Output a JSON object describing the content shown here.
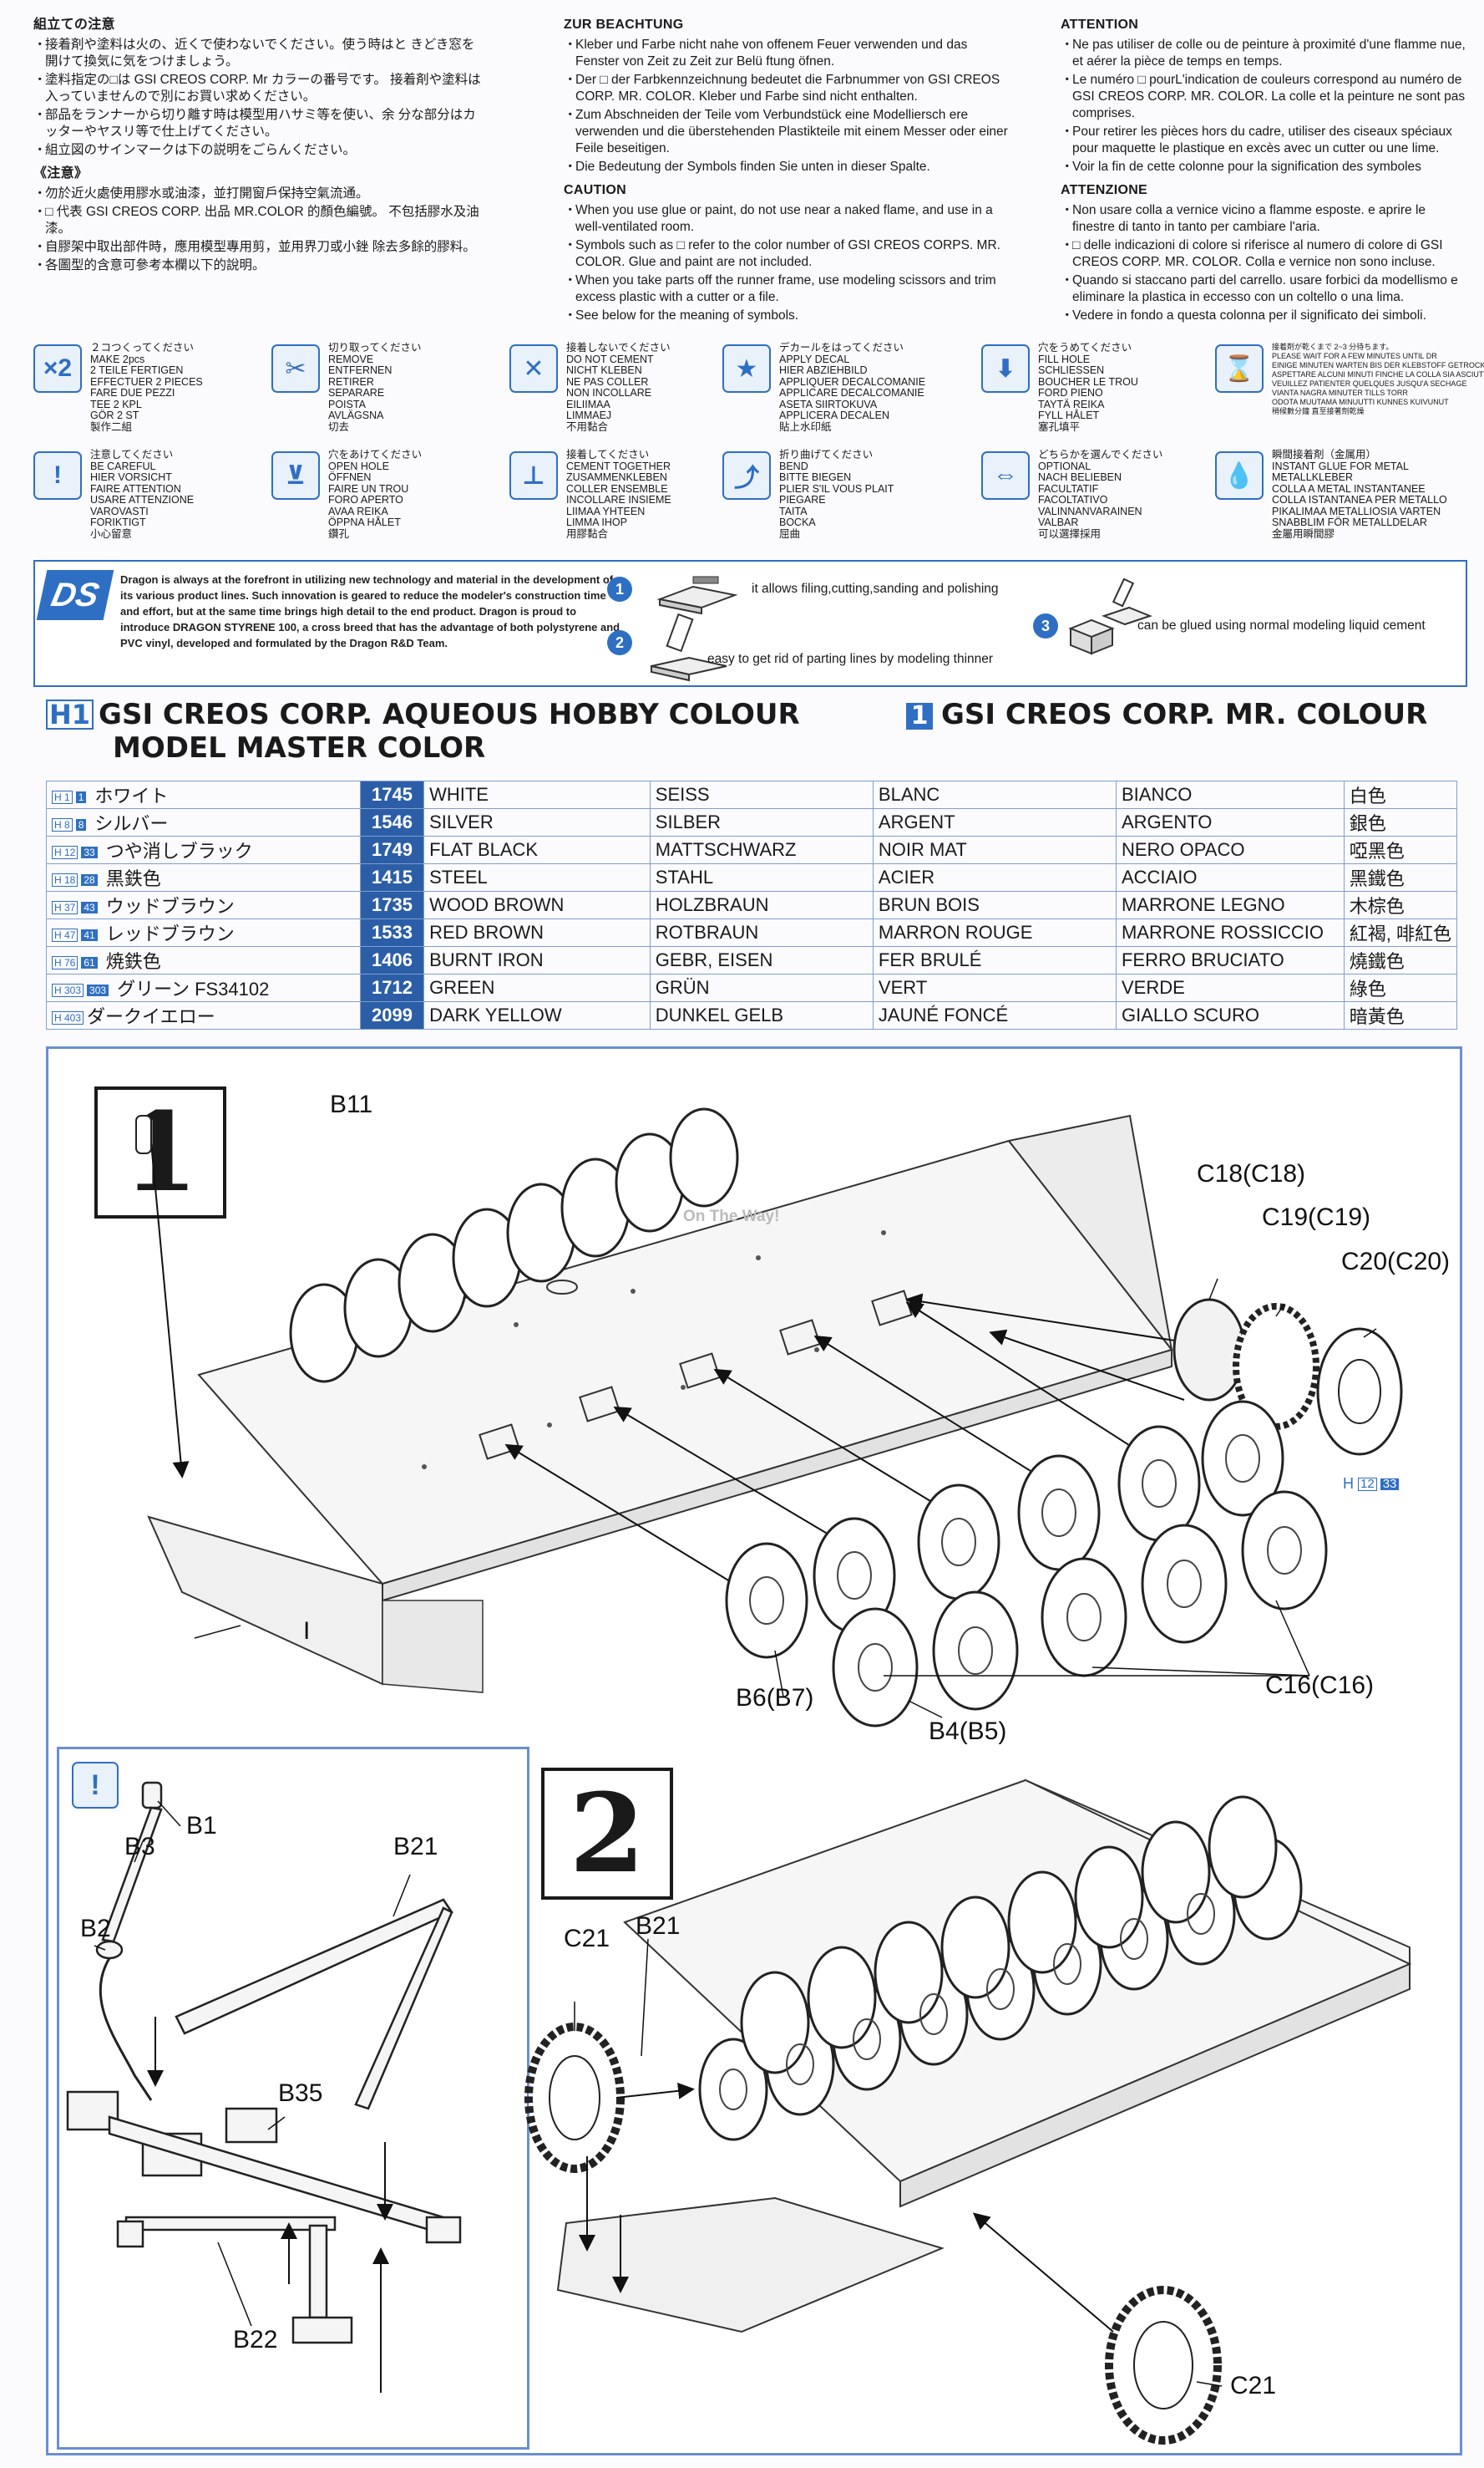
{
  "notes": {
    "jp_title": "組立ての注意",
    "jp_items": [
      "接着剤や塗料は火の、近くで使わないでください。使う時はと きどき窓を開けて換気に気をつけましょう。",
      "塗料指定の□は GSI CREOS CORP. Mr カラーの番号です。 接着剤や塗料は入っていませんので別にお買い求めください。",
      "部品をランナーから切り離す時は模型用ハサミ等を使い、余 分な部分はカッターやヤスリ等で仕上げてください。",
      "組立図のサインマークは下の説明をごらんください。"
    ],
    "cn_title": "《注意》",
    "cn_items": [
      "勿於近火處使用膠水或油漆，並打開窗戶保持空氣流通。",
      "□ 代表 GSI CREOS CORP. 出品 MR.COLOR 的顏色編號。 不包括膠水及油漆。",
      "自膠架中取出部件時，應用模型專用剪，並用界刀或小銼 除去多餘的膠料。",
      "各圖型的含意可參考本欄以下的說明。"
    ],
    "de_title": "ZUR BEACHTUNG",
    "de_items": [
      "Kleber und Farbe nicht nahe von offenem Feuer verwenden und das Fenster von Zeit zu Zeit zur Belü ftung öfnen.",
      "Der □ der Farbkennzeichnung bedeutet die Farbnummer von GSI CREOS CORP. MR. COLOR. Kleber und Farbe sind nicht enthalten.",
      "Zum Abschneiden der Teile vom Verbundstück eine Modelliersch ere verwenden und die überstehenden Plastikteile mit einem Messer oder einer Feile beseitigen.",
      "Die Bedeutung der Symbols finden Sie unten in dieser Spalte."
    ],
    "en_title": "CAUTION",
    "en_items": [
      "When you use glue or paint, do not use near a naked flame, and use in a well-ventilated room.",
      "Symbols such as □ refer to the color number of GSI CREOS CORPS. MR. COLOR. Glue and paint are not included.",
      "When you take parts off the runner frame, use modeling scissors and trim excess plastic with a cutter or a file.",
      "See below for the meaning of symbols."
    ],
    "fr_title": "ATTENTION",
    "fr_items": [
      "Ne pas utiliser de colle ou de peinture à proximité d'une flamme nue, et aérer la pièce de temps en temps.",
      "Le numéro □ pourL'indication de couleurs correspond au numéro de GSI CREOS CORP. MR. COLOR. La colle et la peinture ne sont pas comprises.",
      "Pour retirer les pièces hors du cadre, utiliser des ciseaux spéciaux pour maquette le plastique en excès avec un cutter ou une lime.",
      "Voir la fin de cette colonne pour la signification des symboles"
    ],
    "it_title": "ATTENZIONE",
    "it_items": [
      "Non usare colla a vernice vicino a flamme esposte. e aprire le finestre di tanto in tanto per cambiare l'aria.",
      "□ delle indicazioni di colore si riferisce al numero di colore di GSI CREOS CORP. MR. COLOR. Colla e vernice non sono incluse.",
      "Quando si staccano parti del carrello. usare forbici da modellismo e eliminare la plastica in eccesso con un coltello o una lima.",
      "Vedere in fondo a questa colonna per il significato dei simboli."
    ]
  },
  "symbols": [
    {
      "icon": "×2",
      "name": "make-2pcs",
      "text": "２コつくってください\nMAKE 2pcs\n2 TEILE FERTIGEN\nEFFECTUER 2 PIECES\nFARE DUE PEZZI\nTEE 2 KPL\nGÖR 2 ST\n製作二組"
    },
    {
      "icon": "✂",
      "name": "remove",
      "text": "切り取ってください\nREMOVE\nENTFERNEN\nRETIRER\nSEPARARE\nPOISTA\nAVLÄGSNA\n切去"
    },
    {
      "icon": "✕",
      "name": "do-not-cement",
      "text": "接着しないでください\nDO NOT CEMENT\nNICHT KLEBEN\nNE PAS COLLER\nNON INCOLLARE\nEILIIMAA\nLIMMAEJ\n不用黏合"
    },
    {
      "icon": "★",
      "name": "apply-decal",
      "text": "デカールをはってください\nAPPLY DECAL\nHIER ABZIEHBILD\nAPPLIQUER DECALCOMANIE\nAPPLICARE DECALCOMANIE\nASETA SIIRTOKUVA\nAPPLICERA DECALEN\n貼上水印紙"
    },
    {
      "icon": "⬇",
      "name": "fill-hole",
      "text": "穴をうめてください\nFILL HOLE\nSCHLIESSEN\nBOUCHER LE TROU\nFORD PIENO\nTAYTÄ REIKA\nFYLL HÅLET\n塞孔填平"
    },
    {
      "icon": "⌛",
      "name": "please-wait",
      "text": "接着剤が乾くまで 2~3 分待ちます。\nPLEASE WAIT FOR A FEW MINUTES UNTIL DR\nEINIGE MINUTEN WARTEN BIS DER KLEBSTOFF GETROCKNET IST\nASPETTARE ALCUNI MINUTI FINCHE LA COLLA SIA ASCIUTTA\nVEUILLEZ PATIENTER QUELQUES JUSQU'A SECHAGE\nVIANTA NAGRA MINUTER TILLS TORR\nODOTA MUUTAMA MINUUTTI KUNNES KUIVUNUT\n稍候數分鐘 直至接著劑乾燥"
    },
    {
      "icon": "!",
      "name": "be-careful",
      "text": "注意してください\nBE CAREFUL\nHIER VORSICHT\nFAIRE ATTENTION\nUSARE ATTENZIONE\nVAROVASTI\nFORIKTIGT\n小心留意"
    },
    {
      "icon": "⊻",
      "name": "open-hole",
      "text": "穴をあけてください\nOPEN HOLE\nÖFFNEN\nFAIRE UN TROU\nFORO APERTO\nAVAA REIKA\nÖPPNA HÅLET\n鑽孔"
    },
    {
      "icon": "⊥",
      "name": "cement-together",
      "text": "接着してください\nCEMENT TOGETHER\nZUSAMMENKLEBEN\nCOLLER ENSEMBLE\nINCOLLARE INSIEME\nLIIMAA YHTEEN\nLIMMA IHOP\n用膠黏合"
    },
    {
      "icon": "⤴",
      "name": "bend",
      "text": "折り曲げてください\nBEND\nBITTE BIEGEN\nPLIER S'IL VOUS PLAIT\nPIEGARE\nTAITA\nBOCKA\n屈曲"
    },
    {
      "icon": "⇔",
      "name": "optional",
      "text": "どちらかを選んでください\nOPTIONAL\nNACH BELIEBEN\nFACULTATIF\nFACOLTATIVO\nVALINNANVARAINEN\nVALBAR\n可以選擇採用"
    },
    {
      "icon": "💧",
      "name": "instant-glue",
      "text": "瞬間接着剤（金属用）\nINSTANT GLUE FOR METAL\nMETALLKLEBER\nCOLLA A METAL INSTANTANEE\nCOLLA ISTANTANEA PER METALLO\nPIKALIMAA METALLIOSIA VARTEN\nSNABBLIM FÖR METALLDELAR\n金屬用瞬間膠"
    }
  ],
  "ds": {
    "logo": "DS",
    "text": "Dragon is always at the forefront in utilizing new technology and material in the development of its various product lines. Such innovation is geared to reduce the modeler's construction time and effort, but at the same time brings high detail to the end product. Dragon is proud to introduce DRAGON STYRENE 100, a cross breed that has the advantage of both polystyrene and PVC vinyl, developed and formulated by the Dragon R&D Team.",
    "step1": "it allows filing,cutting,sanding and polishing",
    "step2": "easy to get rid of parting lines by modeling thinner",
    "step3": "can be glued using normal modeling liquid cement"
  },
  "color_header": {
    "h_badge": "H1",
    "title1": "GSI CREOS CORP. AQUEOUS HOBBY COLOUR",
    "title2": "MODEL MASTER COLOR",
    "n_badge": "1",
    "title3": "GSI CREOS CORP. MR. COLOUR"
  },
  "colors": [
    {
      "h": "H 1",
      "n": "1",
      "jp": "ホワイト",
      "num": "1745",
      "en": "WHITE",
      "de": "SEISS",
      "fr": "BLANC",
      "it": "BIANCO",
      "cn": "白色"
    },
    {
      "h": "H 8",
      "n": "8",
      "jp": "シルバー",
      "num": "1546",
      "en": "SILVER",
      "de": "SILBER",
      "fr": "ARGENT",
      "it": "ARGENTO",
      "cn": "銀色"
    },
    {
      "h": "H 12",
      "n": "33",
      "jp": "つや消しブラック",
      "num": "1749",
      "en": "FLAT BLACK",
      "de": "MATTSCHWARZ",
      "fr": "NOIR MAT",
      "it": "NERO OPACO",
      "cn": "啞黑色"
    },
    {
      "h": "H 18",
      "n": "28",
      "jp": "黒鉄色",
      "num": "1415",
      "en": "STEEL",
      "de": "STAHL",
      "fr": "ACIER",
      "it": "ACCIAIO",
      "cn": "黑鐵色"
    },
    {
      "h": "H 37",
      "n": "43",
      "jp": "ウッドブラウン",
      "num": "1735",
      "en": "WOOD BROWN",
      "de": "HOLZBRAUN",
      "fr": "BRUN BOIS",
      "it": "MARRONE LEGNO",
      "cn": "木棕色"
    },
    {
      "h": "H 47",
      "n": "41",
      "jp": "レッドブラウン",
      "num": "1533",
      "en": "RED BROWN",
      "de": "ROTBRAUN",
      "fr": "MARRON ROUGE",
      "it": "MARRONE ROSSICCIO",
      "cn": "紅褐, 啡紅色"
    },
    {
      "h": "H 76",
      "n": "61",
      "jp": "焼鉄色",
      "num": "1406",
      "en": "BURNT IRON",
      "de": "GEBR, EISEN",
      "fr": "FER BRULÉ",
      "it": "FERRO BRUCIATO",
      "cn": "燒鐵色"
    },
    {
      "h": "H 303",
      "n": "303",
      "jp": "グリーン FS34102",
      "num": "1712",
      "en": "GREEN",
      "de": "GRÜN",
      "fr": "VERT",
      "it": "VERDE",
      "cn": "綠色"
    },
    {
      "h": "H 403",
      "n": "",
      "jp": "ダークイエロー",
      "num": "2099",
      "en": "DARK YELLOW",
      "de": "DUNKEL GELB",
      "fr": "JAUNÉ FONCÉ",
      "it": "GIALLO SCURO",
      "cn": "暗黃色"
    }
  ],
  "step1": {
    "number": "1",
    "labels": {
      "b11": "B11",
      "c18": "C18(C18)",
      "c19": "C19(C19)",
      "c20": "C20(C20)",
      "i": "I",
      "b6": "B6(B7)",
      "b4": "B4(B5)",
      "c16": "C16(C16)"
    },
    "color_ref": {
      "h": "H",
      "h_num": "12",
      "n": "33"
    },
    "watermark": "On The Way!"
  },
  "step2": {
    "number": "2",
    "labels": {
      "b21": "B21",
      "c21_top": "C21",
      "c21_bottom": "C21"
    }
  },
  "inset": {
    "labels": {
      "b1": "B1",
      "b3": "B3",
      "b21": "B21",
      "b2": "B2",
      "b35": "B35",
      "b22": "B22"
    }
  }
}
